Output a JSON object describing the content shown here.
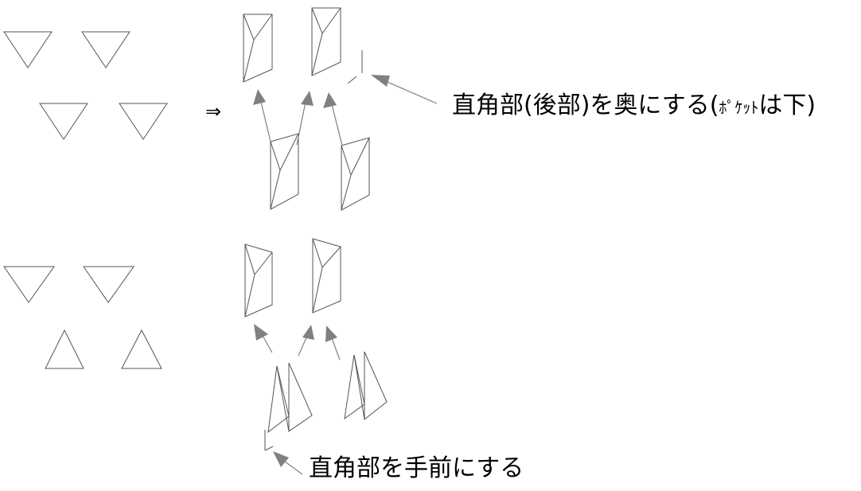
{
  "implies_symbol": "⇒",
  "note_top": {
    "main": "直角部(後部)を奥にする(",
    "small": "ﾎﾟｹｯﾄ",
    "tail": "は下)"
  },
  "note_bottom": "直角部を手前にする",
  "colors": {
    "line": "#555555",
    "arrow": "#808080",
    "text": "#000000",
    "background": "#ffffff"
  }
}
